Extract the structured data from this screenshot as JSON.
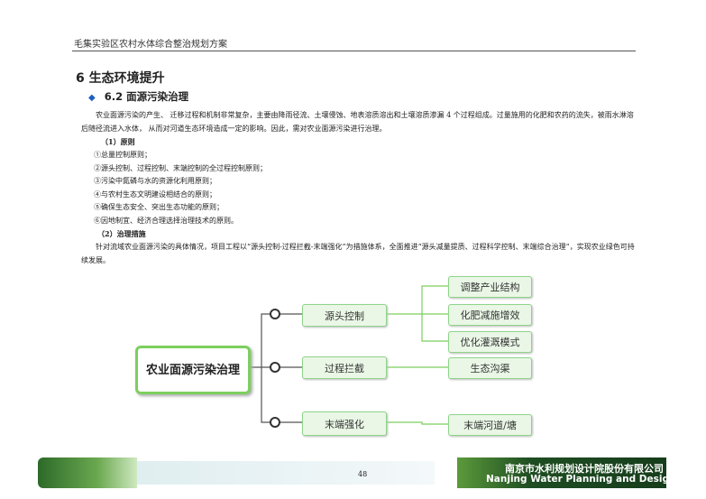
{
  "header": {
    "title": "毛集实验区农村水体综合整治规划方案"
  },
  "section": {
    "title": "6 生态环境提升",
    "subsection": "6.2 面源污染治理"
  },
  "intro": "农业面源污染的产生、 迁移过程和机制非常复杂，主要由降雨径流、土壤侵蚀、地表溶质溶出和土壤溶质渗漏 4 个过程组成。过量施用的化肥和农药的流失，被雨水淋溶后随径流进入水体， 从而对河道生态环境造成一定的影响。因此，需对农业面源污染进行治理。",
  "principles": {
    "heading": "（1）原则",
    "items": [
      "①总量控制原则；",
      "②源头控制、过程控制、末端控制的全过程控制原则；",
      "③污染中氮磷与水的资源化利用原则；",
      "④与农村生态文明建设相结合的原则；",
      "⑤确保生态安全、突出生态功能的原则；",
      "⑥因地制宜、经济合理选择治理技术的原则。"
    ]
  },
  "measures": {
    "heading": "（2）治理措施",
    "text": "针对流域农业面源污染的具体情况，项目工程以“源头控制-过程拦截-末端强化”为措施体系，全面推进“源头减量提质、过程科学控制、末端综合治理”，实现农业绿色可持续发展。"
  },
  "diagram": {
    "root": "农业面源污染治理",
    "branches": [
      {
        "label": "源头控制",
        "leaves": [
          "调整产业结构",
          "化肥减施增效",
          "优化灌溉模式"
        ]
      },
      {
        "label": "过程拦截",
        "leaves": [
          "生态沟渠"
        ]
      },
      {
        "label": "末端强化",
        "leaves": [
          "末端河道/塘"
        ]
      }
    ]
  },
  "footer": {
    "page": "48",
    "company_cn": "南京市水利规划设计院股份有限公司",
    "company_en": "Nanjing Water Planning and Designing"
  },
  "colors": {
    "green": "#7ccf5e",
    "diamond": "#1f5fbf"
  }
}
